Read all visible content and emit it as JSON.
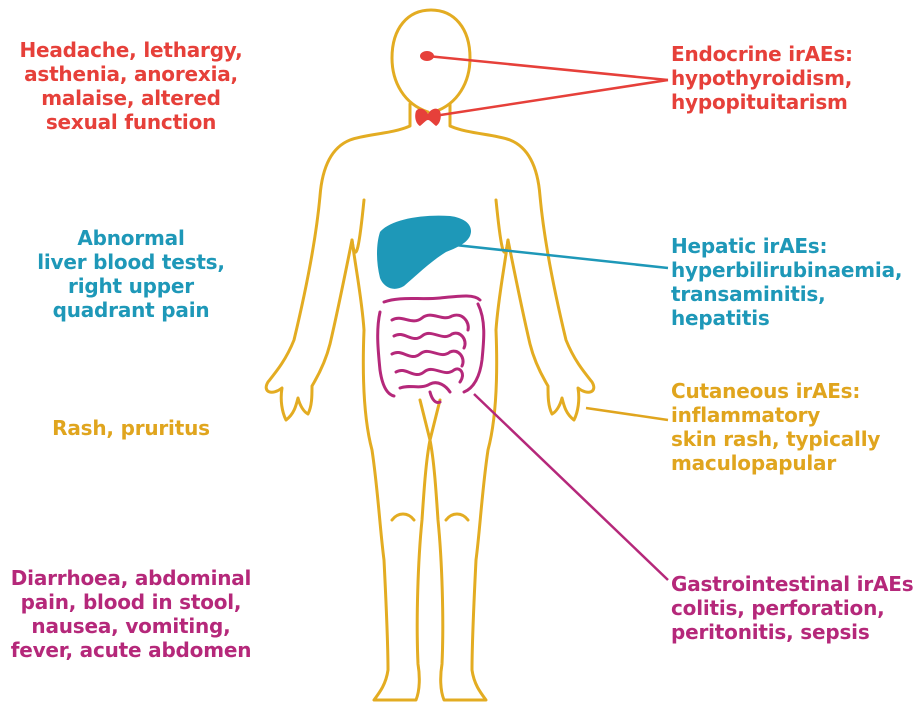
{
  "colors": {
    "endocrine": "#e6403a",
    "hepatic": "#1e98b8",
    "cutaneous": "#e0a51e",
    "gastrointestinal": "#b5287a",
    "body_outline": "#e3ac22"
  },
  "symptoms": {
    "endocrine": [
      "Headache, lethargy,",
      "asthenia, anorexia,",
      "malaise, altered",
      "sexual function"
    ],
    "hepatic": [
      "Abnormal",
      "liver blood tests,",
      "right upper",
      "quadrant pain"
    ],
    "cutaneous": [
      "Rash, pruritus"
    ],
    "gastrointestinal": [
      "Diarrhoea, abdominal",
      "pain, blood in stool,",
      "nausea, vomiting,",
      "fever, acute abdomen"
    ]
  },
  "iraes": {
    "endocrine": [
      "Endocrine irAEs:",
      "hypothyroidism,",
      "hypopituitarism"
    ],
    "hepatic": [
      "Hepatic irAEs:",
      "hyperbilirubinaemia,",
      "transaminitis,",
      "hepatitis"
    ],
    "cutaneous": [
      "Cutaneous irAEs:",
      "inflammatory",
      "skin rash, typically",
      "maculopapular"
    ],
    "gastrointestinal": [
      "Gastrointestinal irAEs:",
      "colitis, perforation,",
      "peritonitis, sepsis"
    ]
  }
}
